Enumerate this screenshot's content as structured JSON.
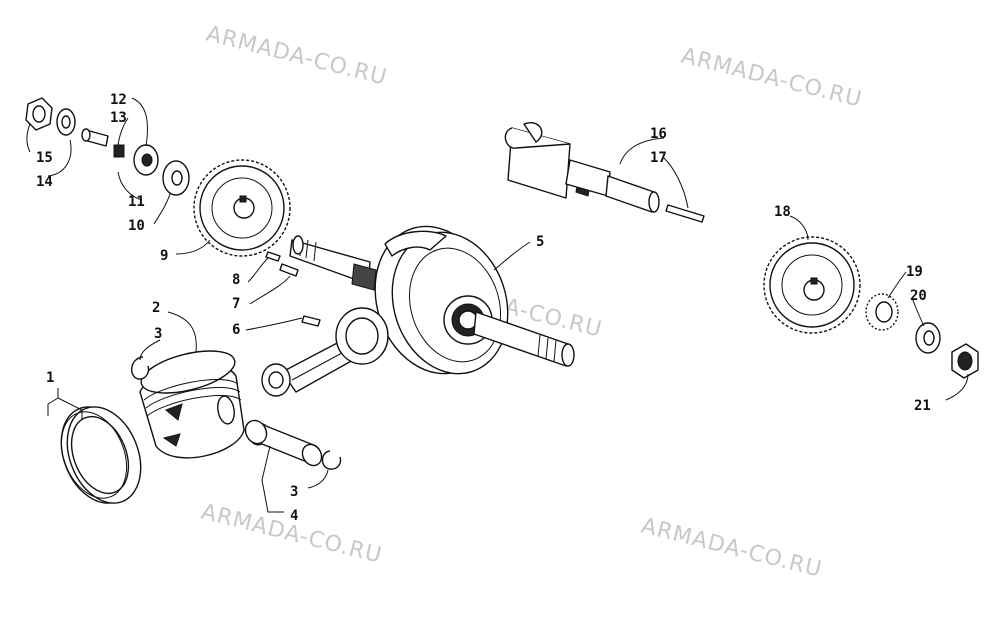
{
  "watermark": "ARMADA-CO.RU",
  "callouts": {
    "c1": "1",
    "c2": "2",
    "c3a": "3",
    "c3b": "3",
    "c4": "4",
    "c5": "5",
    "c6": "6",
    "c7": "7",
    "c8": "8",
    "c9": "9",
    "c10": "10",
    "c11": "11",
    "c12": "12",
    "c13": "13",
    "c14": "14",
    "c15": "15",
    "c16": "16",
    "c17": "17",
    "c18": "18",
    "c19": "19",
    "c20": "20",
    "c21": "21"
  }
}
